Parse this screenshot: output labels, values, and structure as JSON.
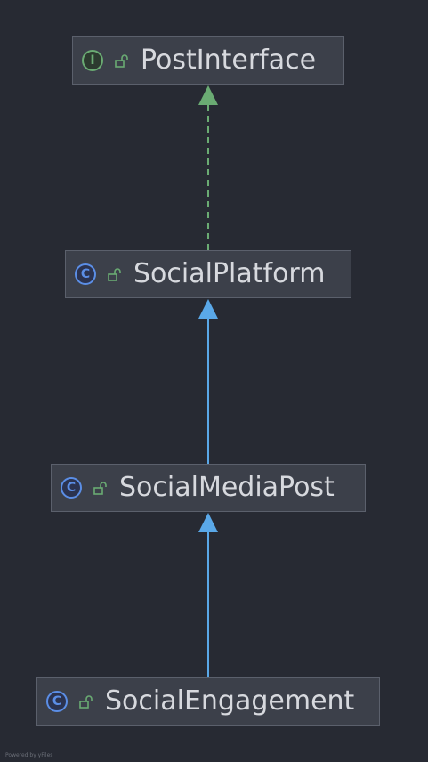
{
  "nodes": [
    {
      "id": "PostInterface",
      "kind": "interface",
      "badge": "I",
      "label": "PostInterface"
    },
    {
      "id": "SocialPlatform",
      "kind": "class",
      "badge": "C",
      "label": "SocialPlatform"
    },
    {
      "id": "SocialMediaPost",
      "kind": "class",
      "badge": "C",
      "label": "SocialMediaPost"
    },
    {
      "id": "SocialEngagement",
      "kind": "class",
      "badge": "C",
      "label": "SocialEngagement"
    }
  ],
  "edges": [
    {
      "from": "SocialPlatform",
      "to": "PostInterface",
      "type": "implements",
      "color": "#6aab73"
    },
    {
      "from": "SocialMediaPost",
      "to": "SocialPlatform",
      "type": "extends",
      "color": "#5aa8e8"
    },
    {
      "from": "SocialEngagement",
      "to": "SocialMediaPost",
      "type": "extends",
      "color": "#5aa8e8"
    }
  ],
  "colors": {
    "background": "#272a33",
    "node_fill": "#3c404a",
    "node_border": "#5b606c",
    "text": "#d7d9de",
    "class_badge": "#5b8ee6",
    "interface_badge": "#6aab73",
    "lock": "#6aab73"
  },
  "footer": "Powered by yFiles"
}
